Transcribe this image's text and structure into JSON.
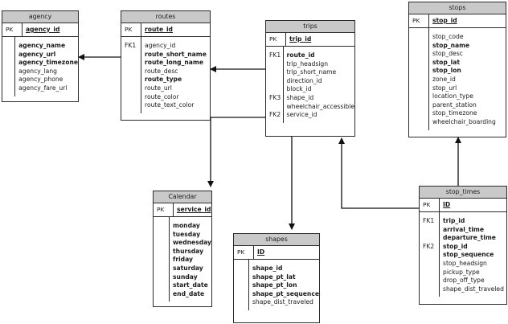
{
  "entities": {
    "agency": {
      "name": "agency",
      "pk_label": "PK",
      "pk": "agency_id",
      "fields": [
        "agency_name",
        "agency_url",
        "agency_timezone",
        "agency_lang",
        "agency_phone",
        "agency_fare_url"
      ]
    },
    "routes": {
      "name": "routes",
      "pk_label": "PK",
      "pk": "route_id",
      "fk_label": "FK1",
      "fields": [
        "agency_id",
        "route_short_name",
        "route_long_name",
        "route_desc",
        "route_type",
        "route_url",
        "route_color",
        "route_text_color"
      ]
    },
    "trips": {
      "name": "trips",
      "pk_label": "PK",
      "pk": "trip_id",
      "fk1_label": "FK1",
      "fk3_label": "FK3",
      "fk2_label": "FK2",
      "fields": [
        "route_id",
        "trip_headsign",
        "trip_short_name",
        "direction_id",
        "block_id",
        "shape_id",
        "wheelchair_accessible",
        "service_id"
      ]
    },
    "stops": {
      "name": "stops",
      "pk_label": "PK",
      "pk": "stop_id",
      "fields": [
        "stop_code",
        "stop_name",
        "stop_desc",
        "stop_lat",
        "stop_lon",
        "zone_id",
        "stop_url",
        "location_type",
        "parent_station",
        "stop_timezone",
        "wheelchair_boarding"
      ]
    },
    "calendar": {
      "name": "Calendar",
      "pk_label": "PK",
      "pk": "service_id",
      "fields": [
        "monday",
        "tuesday",
        "wednesday",
        "thursday",
        "friday",
        "saturday",
        "sunday",
        "start_date",
        "end_date"
      ]
    },
    "shapes": {
      "name": "shapes",
      "pk_label": "PK",
      "pk": "ID",
      "fields": [
        "shape_id",
        "shape_pt_lat",
        "shape_pt_lon",
        "shape_pt_sequence",
        "shape_dist_traveled"
      ]
    },
    "stop_times": {
      "name": "stop_times",
      "pk_label": "PK",
      "pk": "ID",
      "fk1_label": "FK1",
      "fk2_label": "FK2",
      "fields": [
        "trip_id",
        "arrival_time",
        "departure_time",
        "stop_id",
        "stop_sequence",
        "stop_headsign",
        "pickup_type",
        "drop_off_type",
        "shape_dist_traveled"
      ]
    }
  }
}
